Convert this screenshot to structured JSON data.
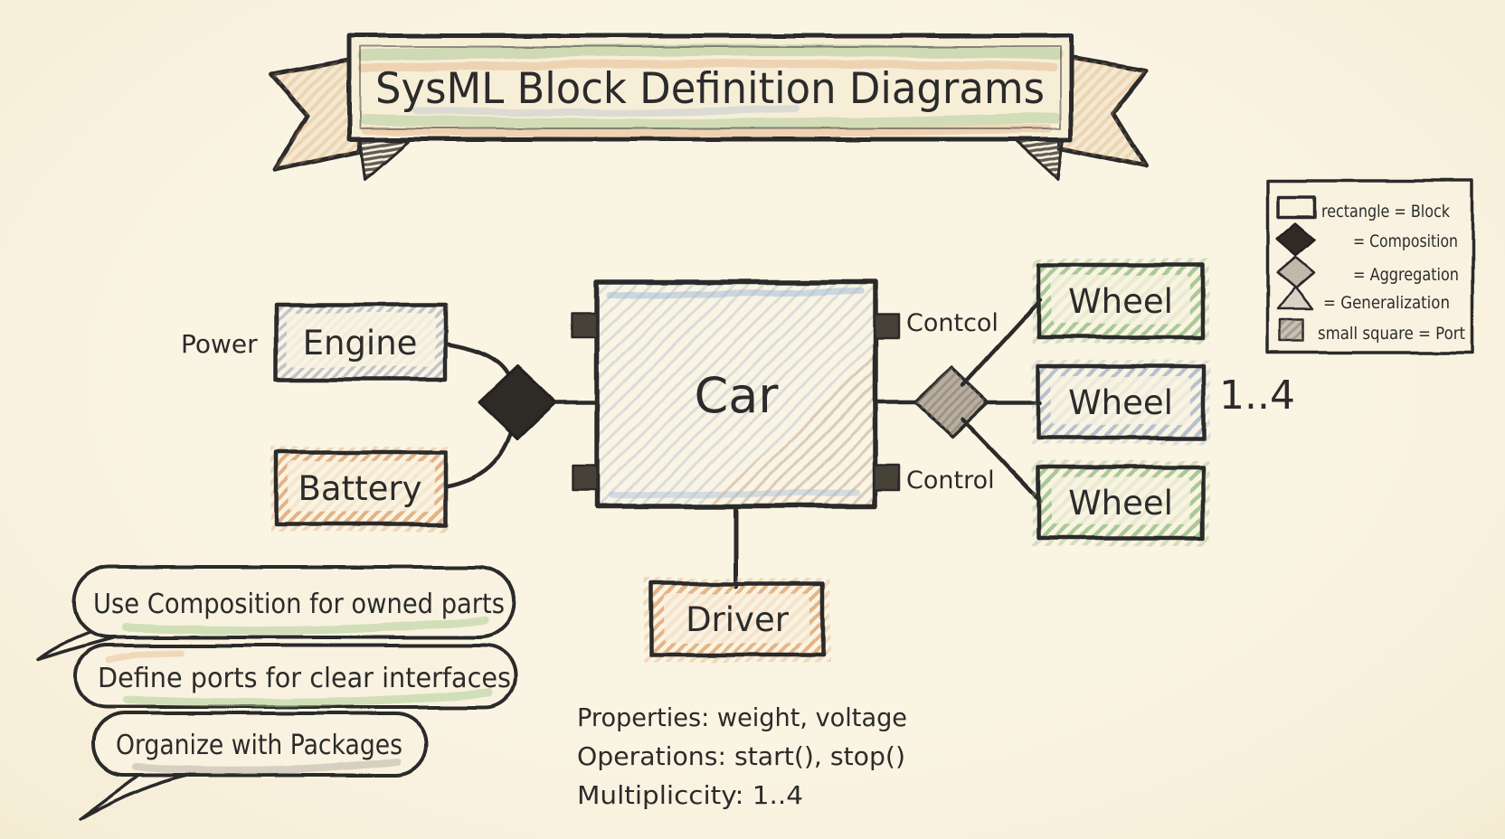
{
  "title": "SysML Block Definition Diagrams",
  "legend": {
    "items": [
      {
        "icon": "rectangle",
        "label": "rectangle = Block"
      },
      {
        "icon": "filled-diamond",
        "label": "= Composition"
      },
      {
        "icon": "open-diamond",
        "label": "= Aggregation"
      },
      {
        "icon": "triangle",
        "label": "= Generalization"
      },
      {
        "icon": "small-square",
        "label": "small square = Port"
      }
    ]
  },
  "blocks": {
    "car": {
      "label": "Car"
    },
    "engine": {
      "label": "Engine"
    },
    "battery": {
      "label": "Battery"
    },
    "driver": {
      "label": "Driver"
    },
    "wheels": [
      {
        "label": "Wheel"
      },
      {
        "label": "Wheel"
      },
      {
        "label": "Wheel"
      }
    ]
  },
  "annotations": {
    "power": "Power",
    "port_label_top": "Contcol",
    "port_label_bottom": "Control",
    "multiplicity": "1..4"
  },
  "notes": [
    {
      "text": "Use Composition for owned parts"
    },
    {
      "text": "Define ports for clear interfaces"
    },
    {
      "text": "Organize with Packages"
    }
  ],
  "details": [
    {
      "text": "Properties: weight, voltage"
    },
    {
      "text": "Operations: start(), stop()"
    },
    {
      "text": "Multipliccity: 1..4"
    }
  ],
  "colors": {
    "background": "#f8f1de",
    "ink": "#2b2b2b",
    "green": "#85b472",
    "blue": "#96a9c4",
    "orange": "#dc9a64",
    "composition_diamond": "#2e2a26",
    "aggregation_diamond": "#b9ae9f"
  }
}
